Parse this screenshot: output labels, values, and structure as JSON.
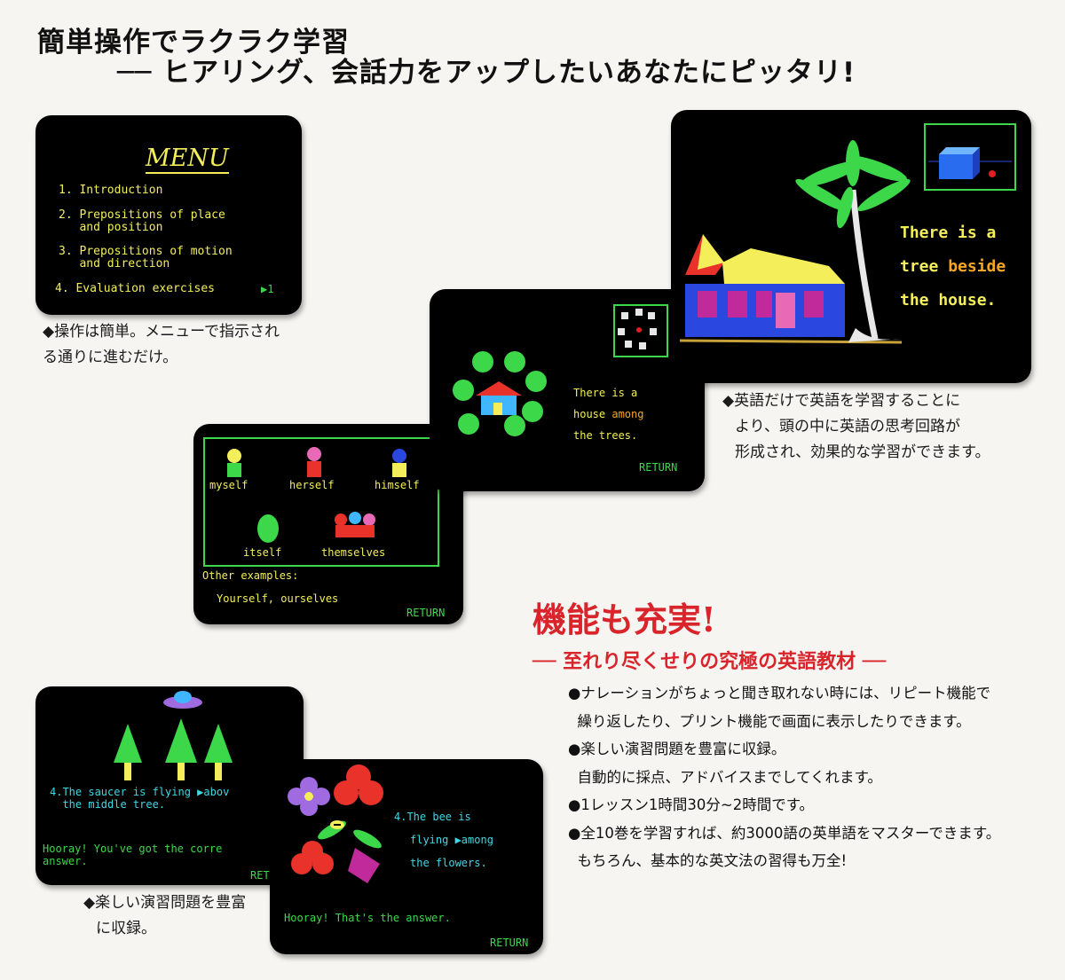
{
  "heading": {
    "line1": "簡単操作でラクラク学習",
    "line2": "── ヒアリング、会話力をアップしたいあなたにピッタリ!"
  },
  "menu_screen": {
    "title": "MENU",
    "items": [
      "1. Introduction",
      "2. Prepositions of place",
      "   and position",
      "3. Prepositions of motion",
      "   and direction",
      "4. Evaluation exercises"
    ],
    "marker": "▶1"
  },
  "caption_menu": [
    "◆操作は簡単。メニューで指示され",
    "る通りに進むだけ。"
  ],
  "house_screen": {
    "line1": "There is a",
    "line2a": "tree ",
    "line2b": "beside",
    "line3": "the house."
  },
  "caption_house": [
    "◆英語だけで英語を学習することに",
    "より、頭の中に英語の思考回路が",
    "形成され、効果的な学習ができます。"
  ],
  "trees_screen": {
    "line1": "There is a",
    "line2a": "house ",
    "line2b": "among",
    "line3": "the trees.",
    "return": "RETURN"
  },
  "self_screen": {
    "labels": [
      "myself",
      "herself",
      "himself",
      "itself",
      "themselves"
    ],
    "other": "Other examples:",
    "examples": "Yourself, ourselves",
    "return": "RETURN"
  },
  "features": {
    "title": "機能も充実!",
    "subtitle": "── 至れり尽くせりの究極の英語教材 ──",
    "lines": [
      "●ナレーションがちょっと聞き取れない時には、リピート機能で",
      "  繰り返したり、プリント機能で画面に表示したりできます。",
      "●楽しい演習問題を豊富に収録。",
      "  自動的に採点、アドバイスまでしてくれます。",
      "●1レッスン1時間30分~2時間です。",
      "●全10巻を学習すれば、約3000語の英単語をマスターできます。",
      "  もちろん、基本的な英文法の習得も万全!"
    ]
  },
  "saucer_screen": {
    "q1": "4.The saucer is flying ▶abov",
    "q2": "  the middle tree.",
    "h1": "Hooray! You've got the corre",
    "h2": "answer.",
    "return": "RET"
  },
  "caption_saucer": [
    "◆楽しい演習問題を豊富",
    "に収録。"
  ],
  "bee_screen": {
    "l1": "4.The bee is",
    "l2": "flying ▶among",
    "l3": "the flowers.",
    "hooray": "Hooray! That's the answer.",
    "return": "RETURN"
  },
  "colors": {
    "accent_red": "#d8242a",
    "screen_yellow": "#f3ee5a",
    "screen_green": "#3cd84a",
    "screen_cyan": "#3fd8e6"
  }
}
